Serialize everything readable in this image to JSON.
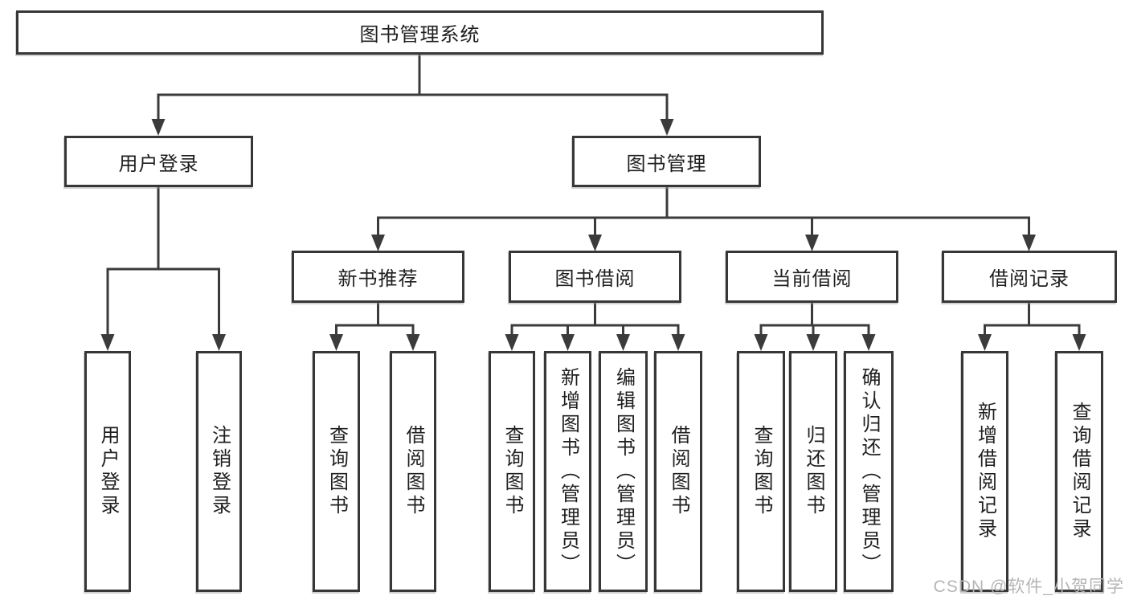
{
  "tree": {
    "root": "图书管理系统",
    "branches": [
      {
        "label": "用户登录",
        "leaves": [
          "用户登录",
          "注销登录"
        ]
      },
      {
        "label": "图书管理",
        "groups": [
          {
            "label": "新书推荐",
            "leaves": [
              "查询图书",
              "借阅图书"
            ]
          },
          {
            "label": "图书借阅",
            "leaves": [
              "查询图书",
              "新增图书（管理员）",
              "编辑图书（管理员）",
              "借阅图书"
            ]
          },
          {
            "label": "当前借阅",
            "leaves": [
              "查询图书",
              "归还图书",
              "确认归还（管理员）"
            ]
          },
          {
            "label": "借阅记录",
            "leaves": [
              "新增借阅记录",
              "查询借阅记录"
            ]
          }
        ]
      }
    ]
  },
  "watermark": "CSDN @软件_小贺同学",
  "colors": {
    "line": "#3b3b3b",
    "border": "#373737",
    "text": "#1f1f1f",
    "watermark": "#b5b5b5",
    "background": "#ffffff"
  }
}
